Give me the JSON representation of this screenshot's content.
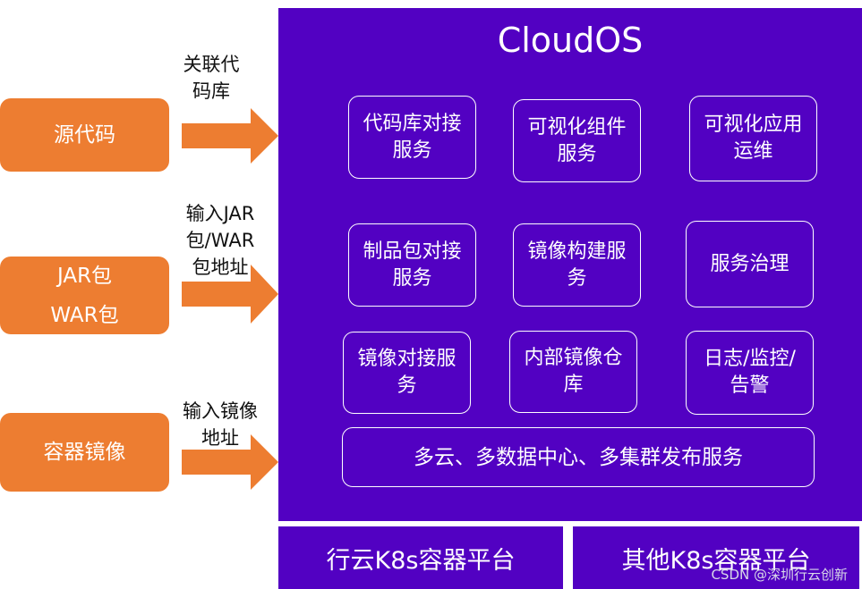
{
  "inputs": [
    {
      "lines": [
        "源代码"
      ]
    },
    {
      "lines": [
        "JAR包",
        "WAR包"
      ]
    },
    {
      "lines": [
        "容器镜像"
      ]
    }
  ],
  "arrow_labels": [
    {
      "lines": [
        "关联代",
        "码库"
      ]
    },
    {
      "lines": [
        "输入JAR",
        "包/WAR",
        "包地址"
      ]
    },
    {
      "lines": [
        "输入镜像",
        "地址"
      ]
    }
  ],
  "platform": {
    "title": "CloudOS",
    "services": [
      "代码库对接服务",
      "可视化组件服务",
      "可视化应用运维",
      "制品包对接服务",
      "镜像构建服务",
      "服务治理",
      "镜像对接服务",
      "内部镜像仓库",
      "日志/监控/告警"
    ],
    "wide_service": "多云、多数据中心、多集群发布服务"
  },
  "bottom": [
    "行云K8s容器平台",
    "其他K8s容器平台"
  ],
  "watermark": "CSDN @深圳行云创新",
  "colors": {
    "panel": "#5201C2",
    "input": "#ED7D31",
    "arrow": "#ED7D31"
  }
}
